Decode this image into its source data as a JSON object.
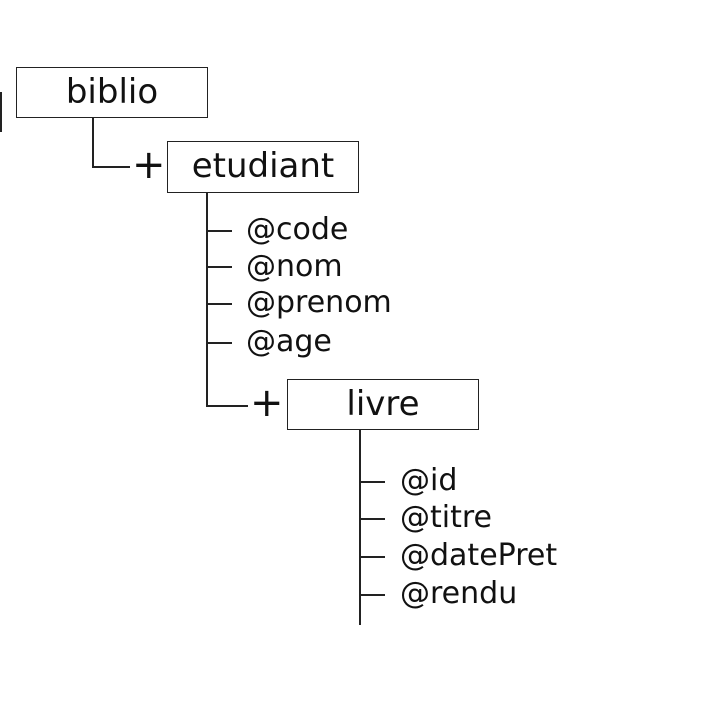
{
  "tree": {
    "root": {
      "label": "biblio"
    },
    "etudiant": {
      "label": "etudiant",
      "attributes": [
        "@code",
        "@nom",
        "@prenom",
        "@age"
      ]
    },
    "livre": {
      "label": "livre",
      "attributes": [
        "@id",
        "@titre",
        "@datePret",
        "@rendu"
      ]
    },
    "expand_symbol": "+"
  }
}
